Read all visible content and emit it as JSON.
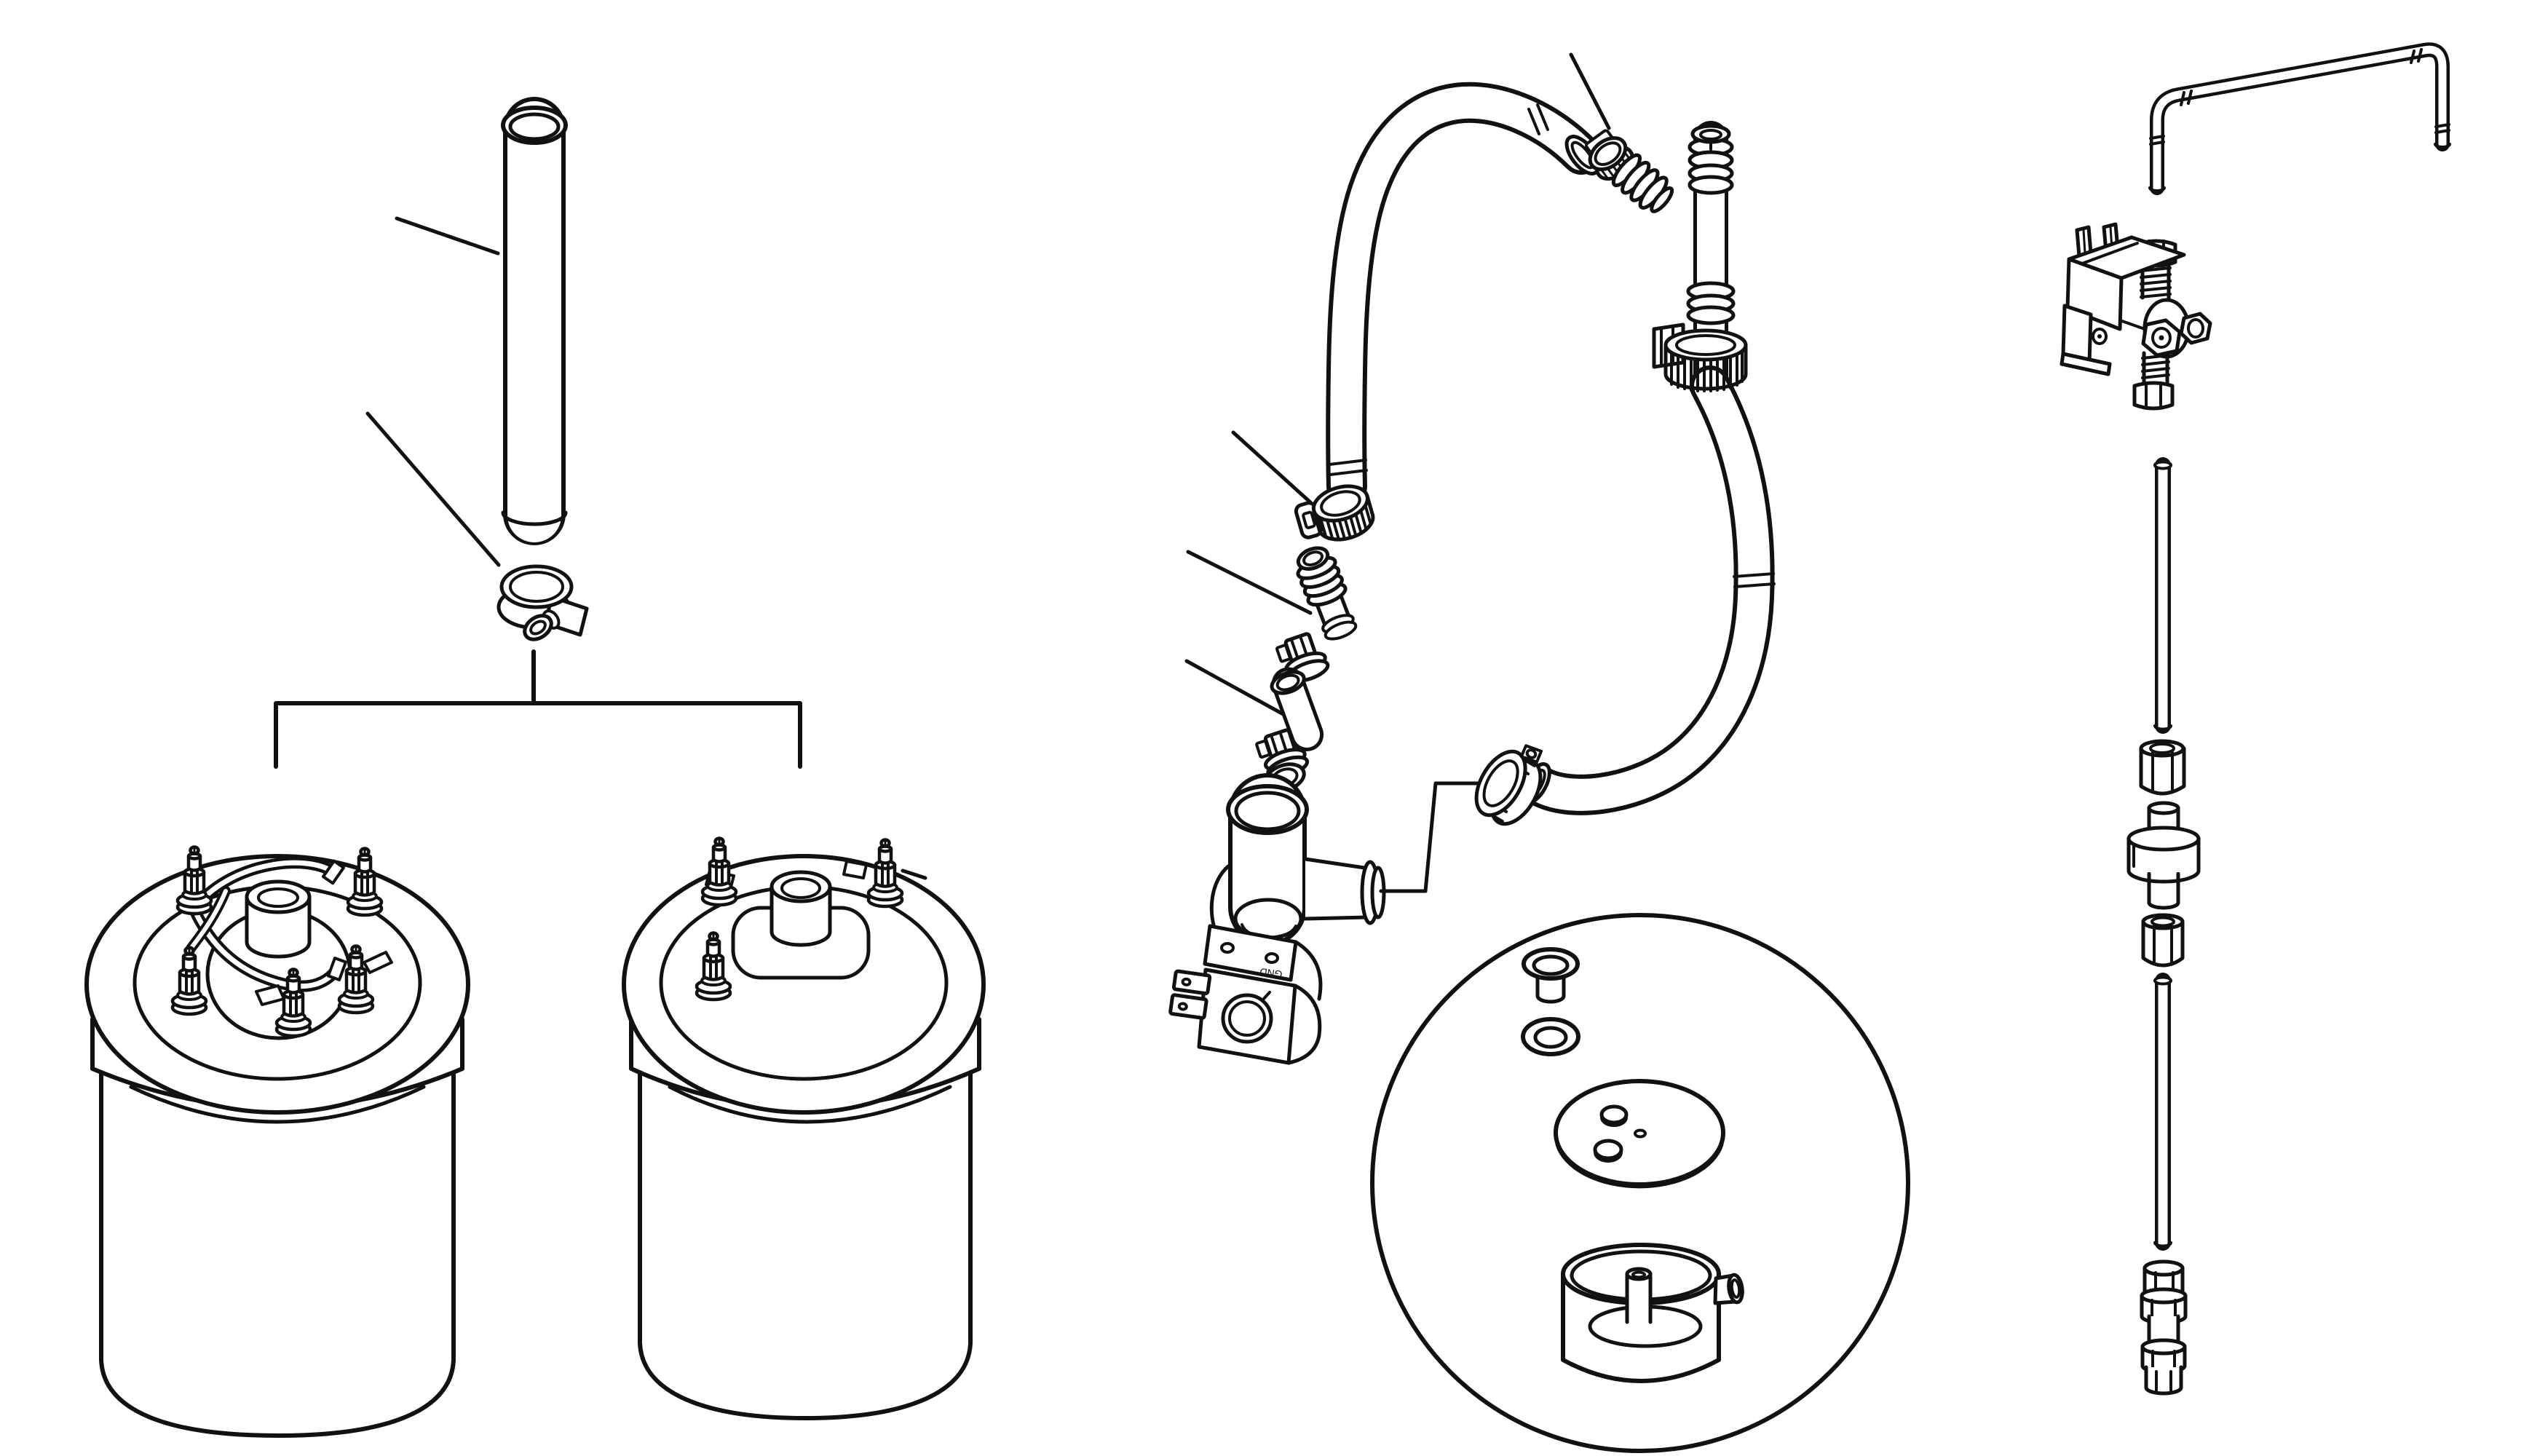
{
  "page": {
    "background": "#ffffff",
    "kind": "exploded-parts-line-diagram"
  },
  "diagram": {
    "line_color": "#111111",
    "labels": {
      "gnd": "GND"
    },
    "sections": [
      {
        "id": "boiler-group",
        "parts": [
          "riser-tube",
          "worm-drive-hose-clamp",
          "wired-boiler-tank",
          "plain-boiler-tank"
        ],
        "leader_lines": 2,
        "bracket_fork": true
      },
      {
        "id": "hose-and-valve-group",
        "parts": [
          "inlet-hose",
          "small-hose-clamp",
          "barbed-connector",
          "barbed-standpipe",
          "ratchet-clamp-standpipe",
          "outlet-hose",
          "medium-hose-clamp",
          "ratchet-clamp-hose",
          "ribbed-sleeve",
          "spring-clamp-upper",
          "silicone-sleeve",
          "spring-clamp-lower",
          "sleeve-seal",
          "solenoid-valve"
        ],
        "leader_lines": 4,
        "callout_connector": true
      },
      {
        "id": "detail-circle",
        "parts": [
          "grommet-bushing",
          "seal-washer",
          "mounting-disc",
          "reservoir-cup"
        ]
      },
      {
        "id": "dispenser-group",
        "parts": [
          "bent-spout-tube",
          "dispense-valve-with-microswitch",
          "upper-capillary-tube",
          "compression-nut-upper",
          "check-valve",
          "compression-nut-lower",
          "lower-capillary-tube",
          "union-coupling"
        ]
      }
    ]
  }
}
